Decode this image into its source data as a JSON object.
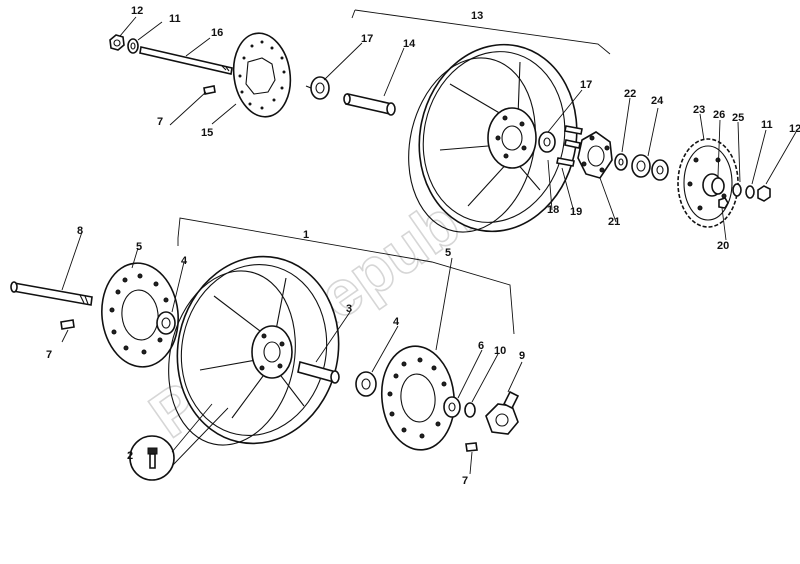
{
  "watermark": "PartsRepublik",
  "callouts": {
    "c1": "1",
    "c2": "2",
    "c3": "3",
    "c4a": "4",
    "c4b": "4",
    "c5a": "5",
    "c5b": "5",
    "c6": "6",
    "c7a": "7",
    "c7b": "7",
    "c7c": "7",
    "c8": "8",
    "c9": "9",
    "c10": "10",
    "c11a": "11",
    "c11b": "11",
    "c12a": "12",
    "c12b": "12",
    "c13": "13",
    "c14": "14",
    "c15": "15",
    "c16": "16",
    "c17a": "17",
    "c17b": "17",
    "c18": "18",
    "c19": "19",
    "c20": "20",
    "c21": "21",
    "c22": "22",
    "c23": "23",
    "c24": "24",
    "c25": "25",
    "c26": "26"
  }
}
